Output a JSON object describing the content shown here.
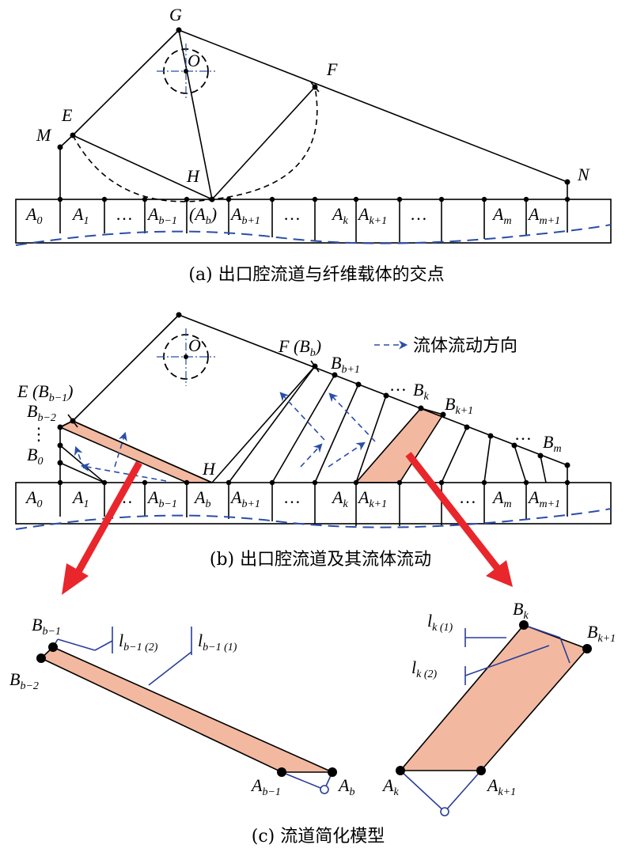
{
  "captions": {
    "a": "(a) 出口腔流道与纤维载体的交点",
    "b": "(b) 出口腔流道及其流体流动",
    "c": "(c) 流道简化模型"
  },
  "legend": {
    "text": "流体流动方向",
    "color": "#2a4ea8"
  },
  "colors": {
    "region_fill": "#f2b9a0",
    "arrow_red": "#e8262b",
    "dash_blue": "#2a4ea8"
  },
  "labels_a": {
    "G": "G",
    "O": "O",
    "F": "F",
    "E": "E",
    "M": "M",
    "H": "H",
    "N": "N",
    "cells": [
      {
        "base": "A",
        "sub": "0"
      },
      {
        "base": "A",
        "sub": "1"
      },
      {
        "base": "…",
        "sub": ""
      },
      {
        "base": "A",
        "sub": "b−1"
      },
      {
        "base": "(A",
        "sub": "b",
        "tail": ")"
      },
      {
        "base": "A",
        "sub": "b+1"
      },
      {
        "base": "…",
        "sub": ""
      },
      {
        "base": "A",
        "sub": "k"
      },
      {
        "base": "A",
        "sub": "k+1"
      },
      {
        "base": "…",
        "sub": ""
      },
      {
        "base": "A",
        "sub": "m"
      },
      {
        "base": "A",
        "sub": "m+1"
      }
    ]
  },
  "labels_b": {
    "O": "O",
    "H": "H",
    "F_pre": "F (B",
    "F_sub": "b",
    "F_post": ")",
    "E_pre": "E (B",
    "E_sub": "b−1",
    "E_post": ")",
    "Bb2": "b−2",
    "B0": "0",
    "Bb1": "b+1",
    "Bk": "k",
    "Bk1": "k+1",
    "Bm": "m",
    "B": "B",
    "ellipsis": "…",
    "vdots": "⋮",
    "cells": [
      {
        "base": "A",
        "sub": "0"
      },
      {
        "base": "A",
        "sub": "1"
      },
      {
        "base": "…",
        "sub": ""
      },
      {
        "base": "A",
        "sub": "b−1"
      },
      {
        "base": "A",
        "sub": "b"
      },
      {
        "base": "A",
        "sub": "b+1"
      },
      {
        "base": "…",
        "sub": ""
      },
      {
        "base": "A",
        "sub": "k"
      },
      {
        "base": "A",
        "sub": "k+1"
      },
      {
        "base": "…",
        "sub": ""
      },
      {
        "base": "A",
        "sub": "m"
      },
      {
        "base": "A",
        "sub": "m+1"
      }
    ]
  },
  "labels_c": {
    "B": "B",
    "A": "A",
    "l": "l",
    "Bb1": "b−1",
    "Bb2": "b−2",
    "Ab1": "b−1",
    "Ab": "b",
    "lb12": "b−1 (2)",
    "lb11": "b−1 (1)",
    "Bk": "k",
    "Bk1": "k+1",
    "Ak": "k",
    "Ak1": "k+1",
    "lk1": "k (1)",
    "lk2": "k (2)"
  }
}
